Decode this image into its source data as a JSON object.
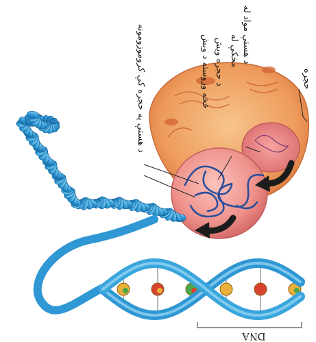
{
  "labels": {
    "cell_label": "حجره",
    "nucleus_material": "د هستې مواد له",
    "nucleus_material_2": "مخکې له",
    "cell_division": "د حجره ویش",
    "dna_spirals": "څخه وروسته د ویش",
    "chromosomes": "د هستې په حجره کې کروموزومونه",
    "dna": "DNA"
  },
  "colors": {
    "cell_body": "#f2a46a",
    "nucleus": "#e98a86",
    "chromatin": "#2b4f9c",
    "dna_backbone": "#3ea3dc",
    "arrow": "#1c1c1c"
  },
  "icons": {
    "arrow": "curved-arrow-icon",
    "chromosome": "chromosome-coil-icon",
    "dna": "dna-helix-icon"
  }
}
